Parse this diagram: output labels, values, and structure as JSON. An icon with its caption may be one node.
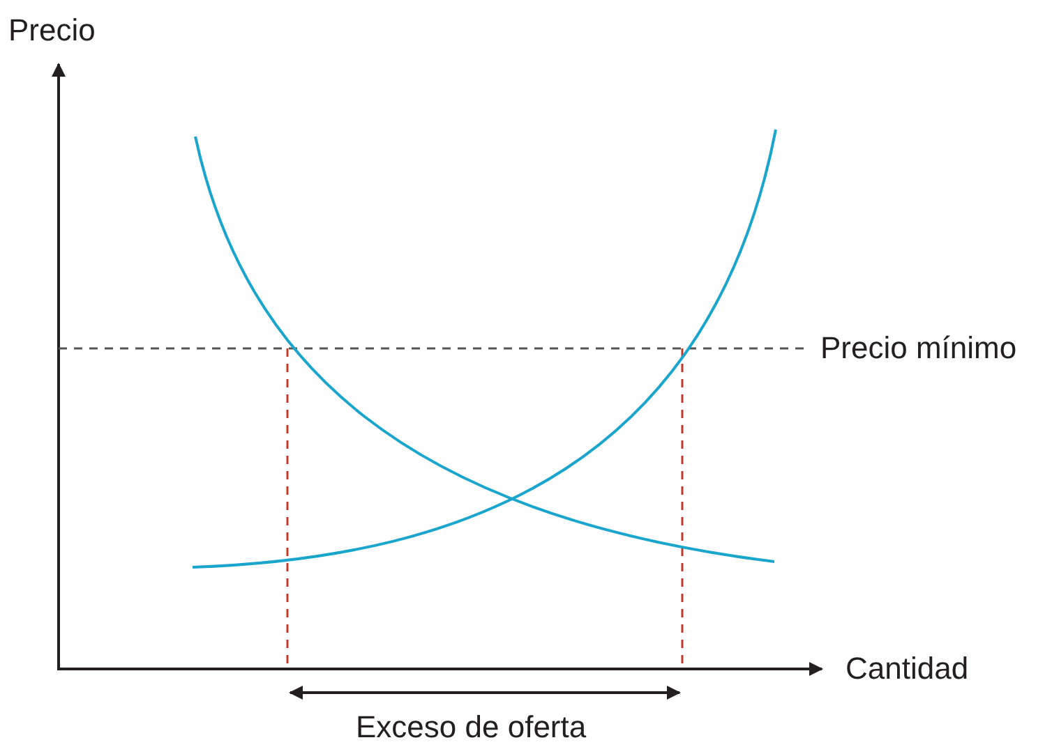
{
  "diagram": {
    "labels": [
      "Precio",
      "Precio mínimo",
      "Cantidad",
      "Exceso de oferta"
    ]
  }
}
